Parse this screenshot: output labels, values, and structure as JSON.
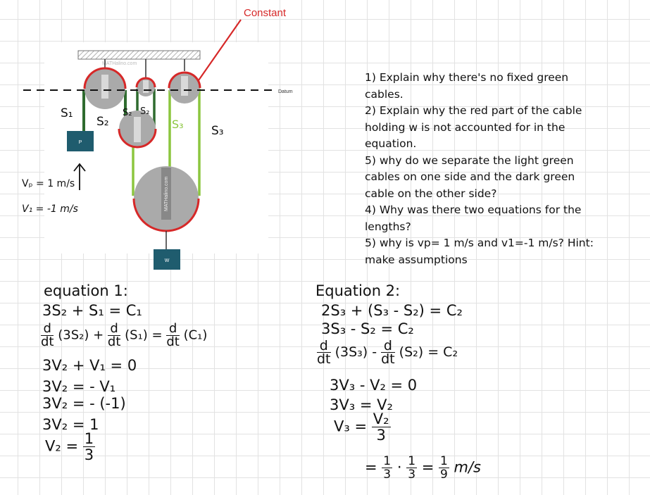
{
  "diagram": {
    "callout_label": "Constant",
    "datum_label": "Datum",
    "block_p_label": "P",
    "block_w_label": "W",
    "watermark": "MATHalino.com",
    "lengths": {
      "s1": "S₁",
      "s2": "S₂",
      "s2b": "S₂",
      "s2c": "S₂",
      "s3a": "S₃",
      "s3b": "S₃"
    },
    "vp_label": "Vₚ = 1 m/s",
    "v1_label": "V₁ = -1 m/s",
    "colors": {
      "pulley": "#aaaaaa",
      "rim": "#d62828",
      "cable_dark": "#2f6b2f",
      "cable_light": "#8cc63f",
      "block": "#1f5c6e",
      "callout": "#d62828"
    }
  },
  "questions": [
    "1) Explain why there's no fixed green cables.",
    "2) Explain why the red part of the cable holding w is not accounted for in the equation.",
    "5) why do we separate the light green cables on one side and the dark green cable on the other side?",
    "4) Why was there two equations for the lengths?",
    "5) why is vp= 1 m/s and v1=-1 m/s? Hint: make assumptions"
  ],
  "eq1": {
    "title": "equation 1:",
    "l1": "3S₂ + S₁ = C₁",
    "l2_d": "d",
    "l2_dt": "dt",
    "l2_a": "(3S₂) +",
    "l2_b": "(S₁) =",
    "l2_c": "(C₁)",
    "l3": "3V₂ + V₁ = 0",
    "l4": "3V₂ = - V₁",
    "l5": "3V₂ = - (-1)",
    "l6": "3V₂ = 1",
    "l7_a": "V₂ =",
    "l7_num": "1",
    "l7_den": "3"
  },
  "eq2": {
    "title": "Equation 2:",
    "l1": "2S₃ + (S₃ - S₂) = C₂",
    "l2": "3S₃ - S₂ = C₂",
    "l3_d": "d",
    "l3_dt": "dt",
    "l3_a": "(3S₃) -",
    "l3_b": "(S₂) = C₂",
    "l4": "3V₃ - V₂ = 0",
    "l5": "3V₃ = V₂",
    "l6_a": "V₃ =",
    "l6_num": "V₂",
    "l6_den": "3",
    "l7_eq": "=",
    "l7_n1": "1",
    "l7_d1": "3",
    "l7_dot": "·",
    "l7_n2": "1",
    "l7_d2": "3",
    "l7_eq2": "=",
    "l7_n3": "1",
    "l7_d3": "9",
    "l7_unit": "m/s"
  }
}
